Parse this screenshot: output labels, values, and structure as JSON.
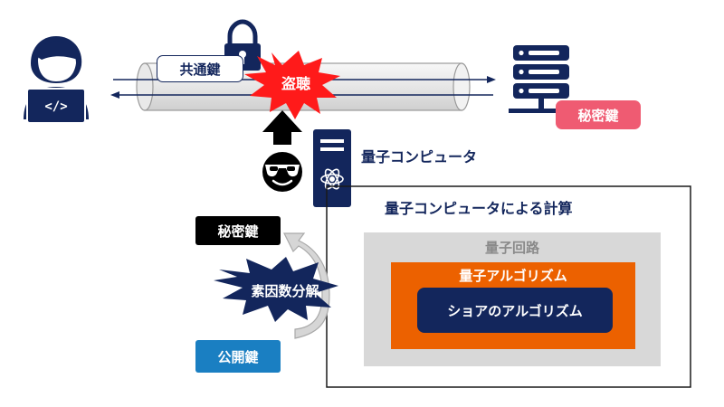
{
  "pipe": {
    "common_key_label": "共通鍵",
    "eavesdrop_label": "盗聴"
  },
  "server": {
    "private_key_label": "秘密鍵"
  },
  "quantum_computer": {
    "label": "量子コンピュータ"
  },
  "computation_box": {
    "title": "量子コンピュータによる計算",
    "circuit_label": "量子回路",
    "algorithm_label": "量子アルゴリズム",
    "shor_label": "ショアのアルゴリズム"
  },
  "factorization": {
    "private_key_label": "秘密鍵",
    "factorization_label": "素因数分解",
    "public_key_label": "公開鍵"
  },
  "icons": [
    "programmer-icon",
    "lock-icon",
    "server-icon",
    "attacker-icon",
    "quantum-computer-icon",
    "atom-icon",
    "up-arrow-icon",
    "curved-arrow-icon"
  ],
  "colors": {
    "navy": "#13265c",
    "burst_red": "#ff1a1a",
    "private_key_pink": "#ef5b72",
    "public_key_blue": "#1a7fc2",
    "orange": "#ec6100",
    "circuit_gray": "#d8d8d8"
  }
}
